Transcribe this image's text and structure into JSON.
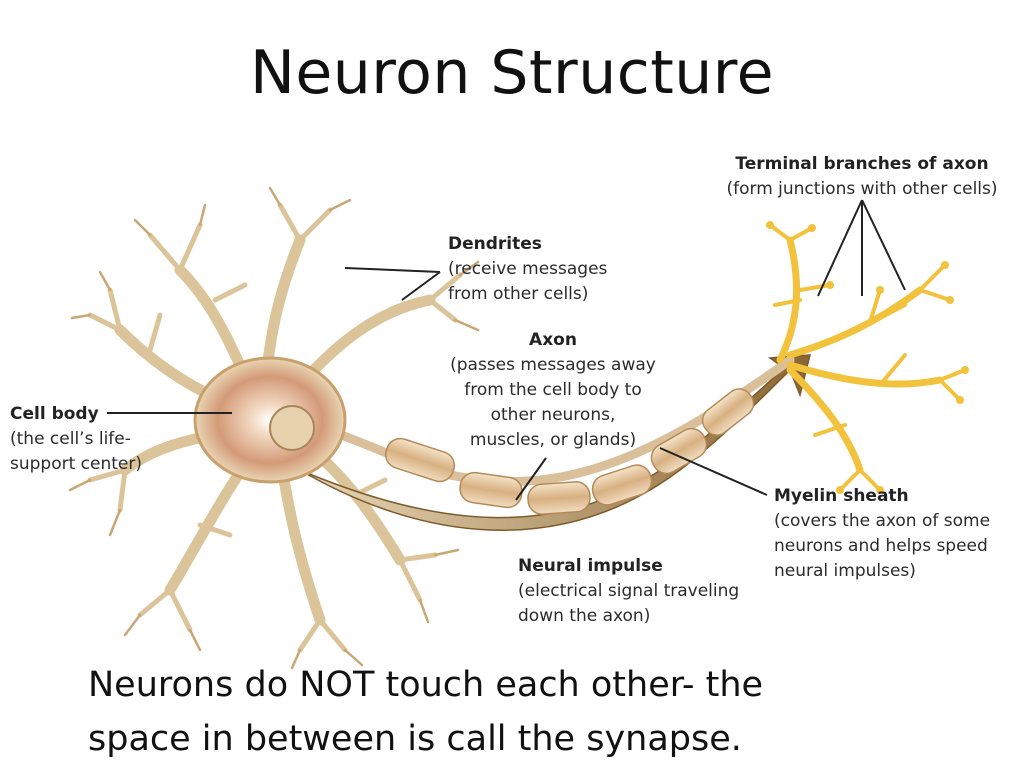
{
  "title": "Neuron Structure",
  "labels": {
    "dendrites": {
      "heading": "Dendrites",
      "desc": "(receive messages\nfrom other cells)"
    },
    "axon": {
      "heading": "Axon",
      "desc": "(passes messages away\nfrom the cell body to\nother neurons,\nmuscles, or glands)"
    },
    "cell_body": {
      "heading": "Cell body",
      "desc": "(the cell’s life-\nsupport center)"
    },
    "terminal": {
      "heading": "Terminal branches of axon",
      "desc": "(form junctions with other cells)"
    },
    "myelin": {
      "heading": "Myelin sheath",
      "desc": "(covers the axon of some\nneurons and helps speed\nneural impulses)"
    },
    "impulse": {
      "heading": "Neural impulse",
      "desc": "(electrical signal traveling\ndown the axon)"
    }
  },
  "caption": "Neurons do NOT touch each other- the space in between is call the synapse.",
  "colors": {
    "dendrite_fill": "#ead9b6",
    "dendrite_stroke": "#b9955f",
    "soma_glow": "#c97a5a",
    "myelin": "#d9b48a",
    "terminal": "#f5c542",
    "impulse_arrow": "#9a7440",
    "pointer_lines": "#222222"
  }
}
